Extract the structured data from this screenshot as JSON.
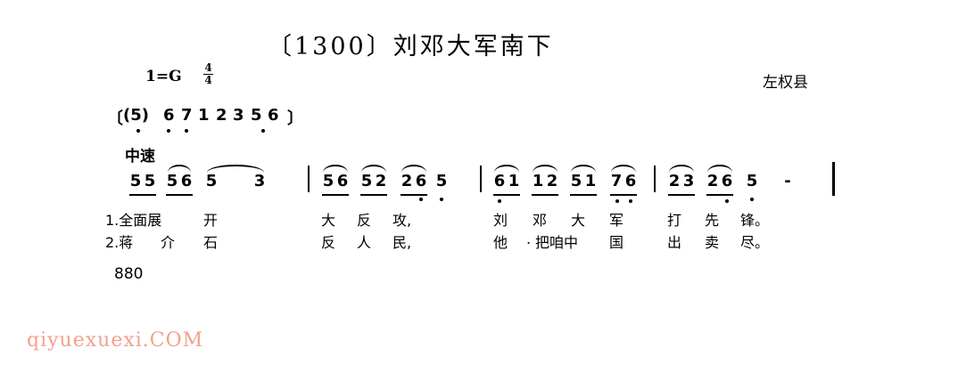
{
  "title": "〔1300〕刘邓大军南下",
  "key_signature": "1=G",
  "time_signature": {
    "top": "4",
    "bottom": "4"
  },
  "origin": "左权县",
  "tempo": "中速",
  "intro": [
    "〔",
    "(5)",
    "6",
    "7",
    "1",
    "2",
    "3",
    "5",
    "6",
    "〕"
  ],
  "measures": [
    [
      "5",
      "5",
      "5",
      "6",
      "5",
      "3"
    ],
    [
      "5",
      "6",
      "5",
      "2",
      "2",
      "6",
      "5"
    ],
    [
      "6",
      "1",
      "1",
      "2",
      "5",
      "1",
      "7",
      "6"
    ],
    [
      "2",
      "3",
      "2",
      "6",
      "5",
      "-"
    ]
  ],
  "lyrics": [
    [
      "1.全面展",
      "开",
      "大",
      "反",
      "攻,",
      "刘",
      "邓",
      "大",
      "军",
      "打",
      "先",
      "锋。"
    ],
    [
      "2.蒋",
      "介",
      "石",
      "反",
      "人",
      "民,",
      "他",
      ".",
      "把咱中",
      "国",
      "出",
      "卖",
      "尽。"
    ]
  ],
  "page_number": "880",
  "watermark": "qiyuexuexi.COM"
}
